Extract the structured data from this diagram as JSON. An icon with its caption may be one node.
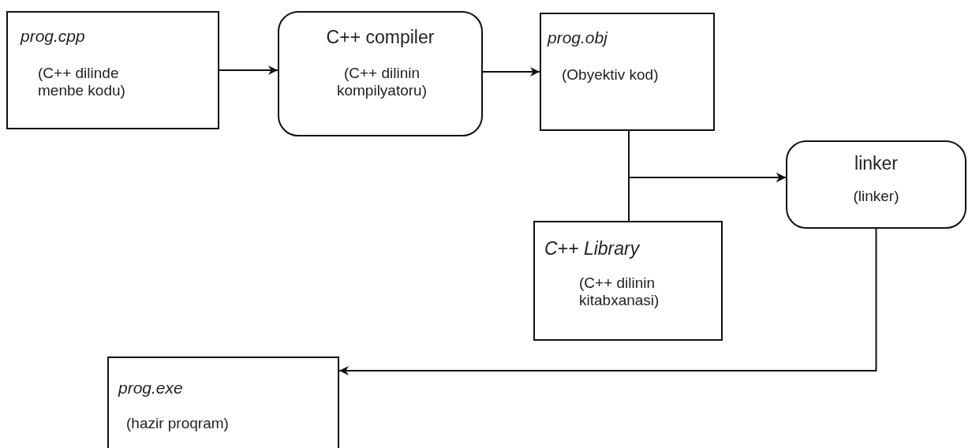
{
  "diagram": {
    "nodes": [
      {
        "text": [
          "prog.cpp",
          "(C++ dilinde menbe kodu)"
        ]
      },
      {
        "text": [
          "C++ compiler",
          "(C++ dilinin kompilyatoru)"
        ]
      },
      {
        "text": [
          "prog.obj",
          "(Obyektiv kod)"
        ]
      },
      {
        "text": [
          "linker",
          "(linker)"
        ]
      },
      {
        "text": [
          "C++ *Library*",
          "(C++ dilinin kitabxanasi)"
        ]
      },
      {
        "text": [
          "prog.exe",
          "(hazir proqram)"
        ]
      }
    ],
    "edges": [
      {
        "from": 0,
        "to": 1,
        "arrow": "to"
      },
      {
        "from": 1,
        "to": 2,
        "arrow": "to"
      },
      {
        "from": 2,
        "to": 3,
        "arrow": "to"
      },
      {
        "from": 4,
        "to": 3,
        "arrow": "to"
      },
      {
        "from": 3,
        "to": 5,
        "arrow": "to"
      }
    ]
  }
}
